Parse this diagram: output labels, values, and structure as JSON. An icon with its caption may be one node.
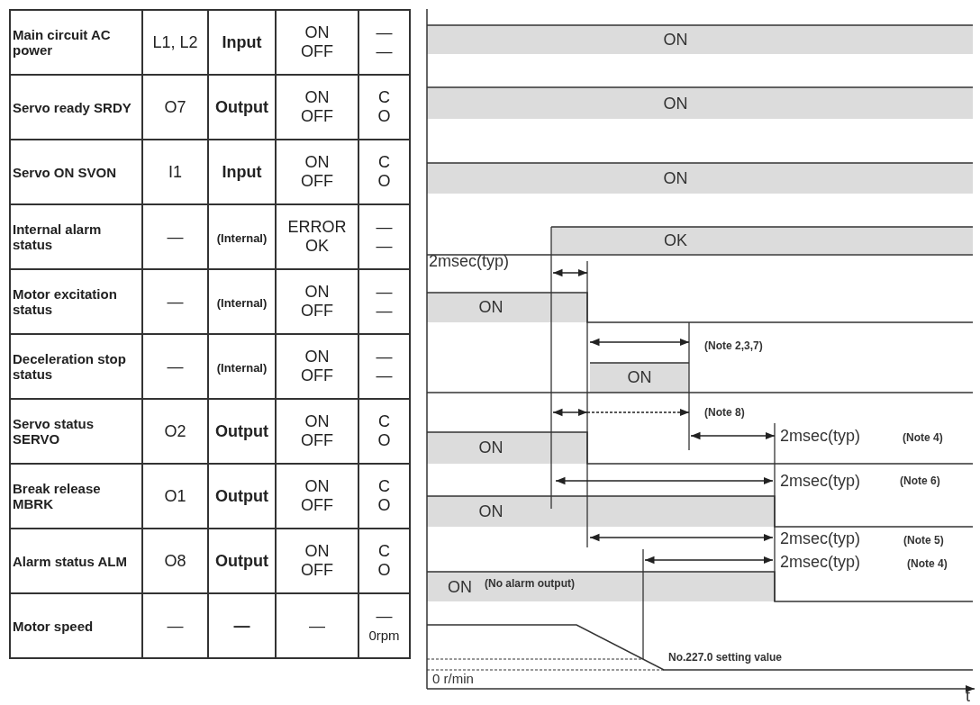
{
  "diagram": {
    "labels": [
      "Main circuit AC power",
      "L1, L2",
      "Input",
      "ON",
      "OFF",
      "—",
      "—",
      "Servo ready SRDY",
      "O7",
      "Output",
      "ON",
      "OFF",
      "C",
      "O",
      "Servo ON SVON",
      "I1",
      "Input",
      "ON",
      "OFF",
      "C",
      "O",
      "Internal alarm status",
      "—",
      "(Internal)",
      "ERROR",
      "OK",
      "—",
      "—",
      "Motor excitation status",
      "—",
      "(Internal)",
      "ON",
      "OFF",
      "—",
      "—",
      "Deceleration stop status",
      "—",
      "(Internal)",
      "ON",
      "OFF",
      "—",
      "—",
      "Servo status SERVO",
      "O2",
      "Output",
      "ON",
      "OFF",
      "C",
      "O",
      "Break release MBRK",
      "O1",
      "Output",
      "ON",
      "OFF",
      "C",
      "O",
      "Alarm status ALM",
      "O8",
      "Output",
      "ON",
      "OFF",
      "C",
      "O",
      "Motor speed",
      "—",
      "—",
      "—",
      "—",
      "0rpm",
      "ON",
      "ON",
      "ON",
      "OK",
      "2msec(typ)",
      "ON",
      "(Note 2,3,7)",
      "ON",
      "(Note 8)",
      "ON",
      "2msec(typ)",
      "(Note 4)",
      "2msec(typ)",
      "(Note 6)",
      "ON",
      "2msec(typ)",
      "(Note 5)",
      "2msec(typ)",
      "(Note 4)",
      "ON",
      "(No alarm output)",
      "No.227.0 setting value",
      "0 r/min",
      "t"
    ]
  }
}
